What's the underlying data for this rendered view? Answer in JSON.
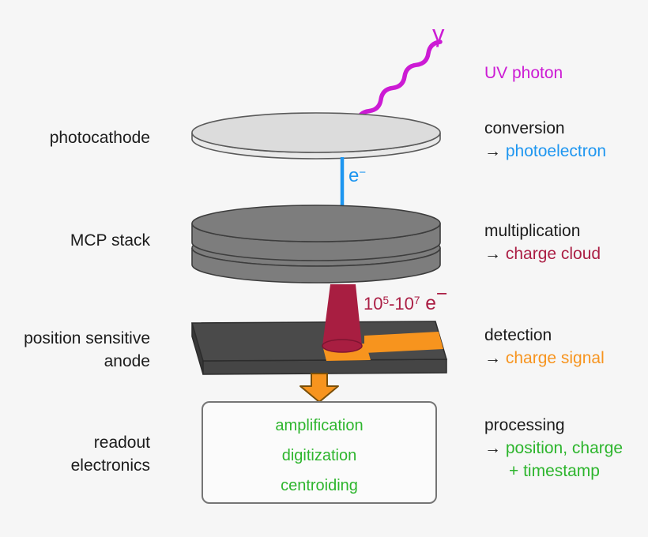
{
  "colors": {
    "background": "#f6f6f6",
    "magenta": "#cc1bd4",
    "blue": "#1e96f0",
    "crimson": "#ab1e44",
    "orange": "#f7941e",
    "green": "#2db52d",
    "text": "#1c1c1c",
    "photocathode_gray": "#dcdcdc",
    "mcp_gray": "#7d7d7d",
    "anode_gray": "#4a4a4a"
  },
  "labels": {
    "photocathode": "photocathode",
    "mcp_stack": "MCP stack",
    "anode_1": "position sensitive",
    "anode_2": "anode",
    "readout_1": "readout",
    "readout_2": "electronics"
  },
  "photon": {
    "gamma": "γ",
    "label": "UV photon"
  },
  "electron": {
    "base": "e",
    "sup": "−"
  },
  "gain": {
    "p1": "10",
    "s1": "5",
    "p2": "-10",
    "s2": "7",
    "p3": " e",
    "s3": "−"
  },
  "steps": {
    "conversion": {
      "title": "conversion",
      "arrow": "→",
      "result": "photoelectron"
    },
    "multiplication": {
      "title": "multiplication",
      "arrow": "→",
      "result": "charge cloud"
    },
    "detection": {
      "title": "detection",
      "arrow": "→",
      "result": "charge signal"
    },
    "processing": {
      "title": "processing",
      "arrow": "→",
      "result": "position, charge",
      "result_cont": "+ timestamp"
    }
  },
  "readout_box": {
    "items": [
      "amplification",
      "digitization",
      "centroiding"
    ]
  }
}
